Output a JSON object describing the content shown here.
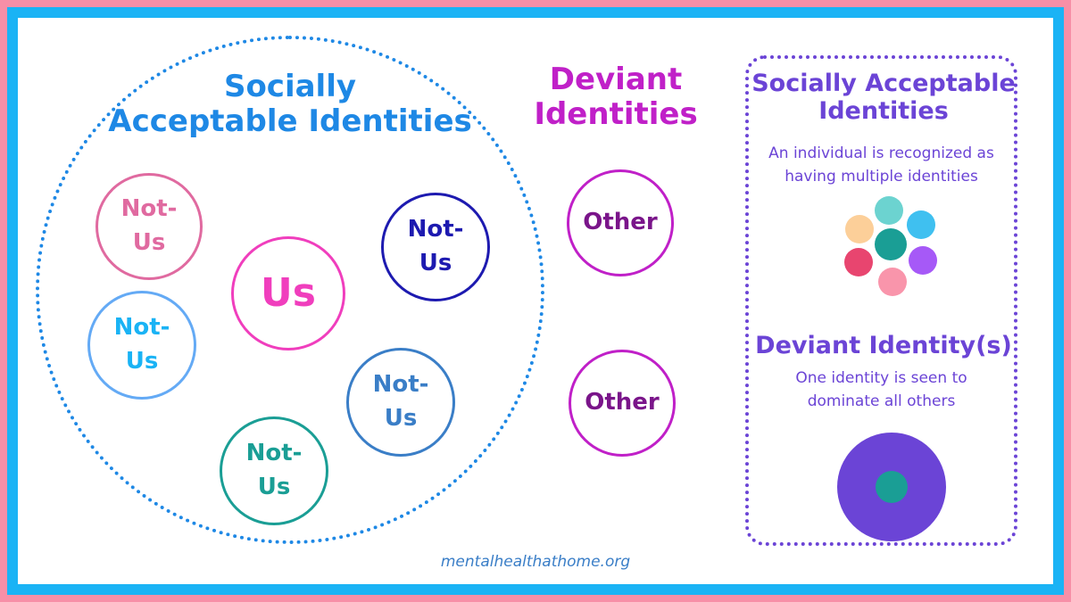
{
  "colors": {
    "outer_border": "#f78fa7",
    "inner_border": "#1ab3f5",
    "socially_acceptable_title": "#1e88e5",
    "deviant_title": "#c020c8",
    "panel": "#6b44d6",
    "footer": "#3a7ec7"
  },
  "diagram": {
    "socially_acceptable": {
      "title": "Socially\nAcceptable Identities",
      "us": "Us",
      "not_us": "Not-\nUs"
    },
    "deviant": {
      "title": "Deviant\nIdentities",
      "other": "Other"
    }
  },
  "legend": {
    "socially_acceptable": {
      "title": "Socially Acceptable\nIdentities",
      "description": "An individual is recognized as\nhaving multiple identities",
      "dot_colors": [
        "#6cd3d0",
        "#fccf99",
        "#3fc0f0",
        "#1a9e95",
        "#e8456f",
        "#a659f7",
        "#f995ab"
      ]
    },
    "deviant": {
      "title": "Deviant Identity(s)",
      "description": "One identity is seen to\ndominate all others",
      "outer_color": "#6b44d6",
      "inner_color": "#1a9e95"
    }
  },
  "footer": "mentalhealthathome.org"
}
